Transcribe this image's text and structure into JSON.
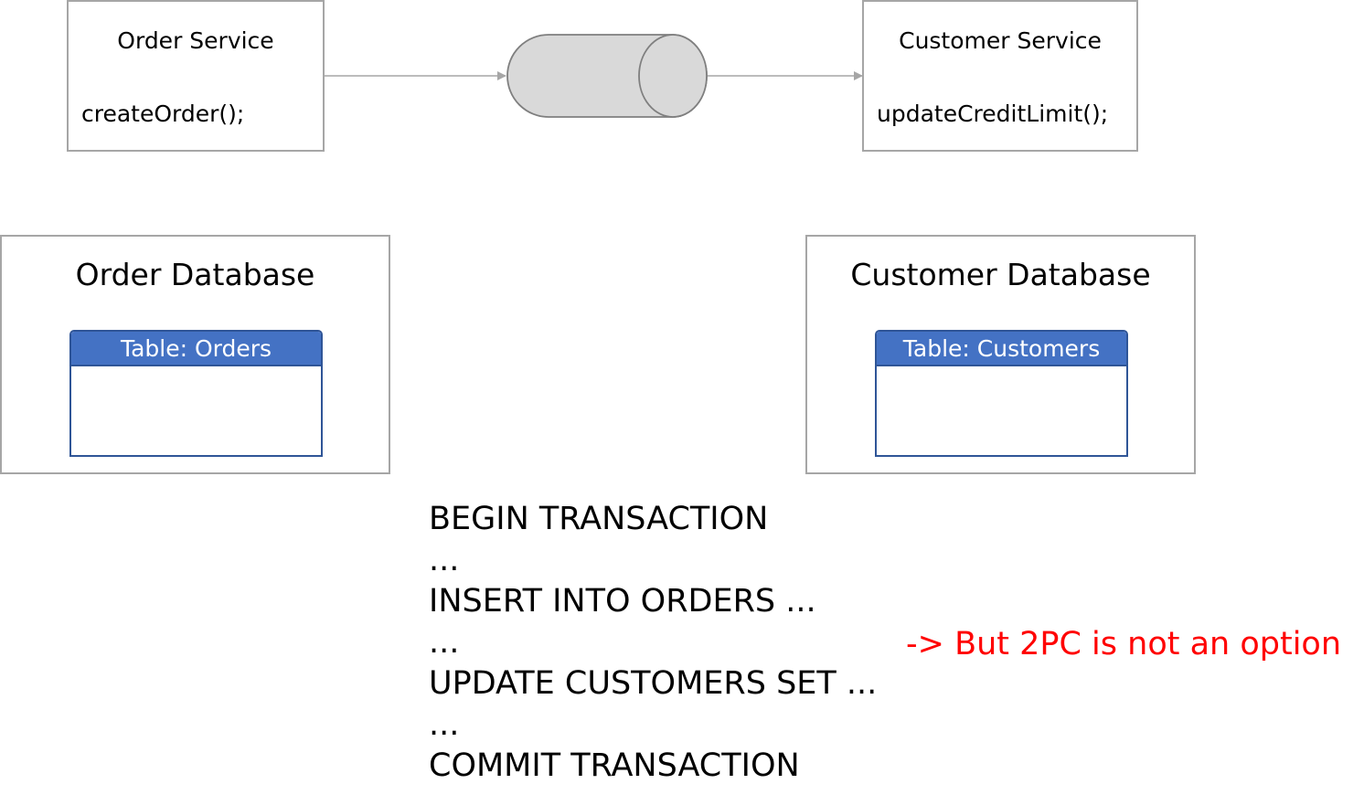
{
  "services": {
    "order": {
      "title": "Order Service",
      "method": "createOrder();"
    },
    "customer": {
      "title": "Customer Service",
      "method": "updateCreditLimit();"
    }
  },
  "databases": {
    "order": {
      "title": "Order Database",
      "table": "Table: Orders"
    },
    "customer": {
      "title": "Customer Database",
      "table": "Table: Customers"
    }
  },
  "sql": {
    "lines": [
      "BEGIN TRANSACTION",
      "...",
      "INSERT INTO ORDERS ...",
      "...",
      "UPDATE CUSTOMERS SET ...",
      "...",
      "COMMIT TRANSACTION"
    ]
  },
  "note": {
    "text": "-> But 2PC is not an option",
    "color": "#ff0000"
  },
  "colors": {
    "box_border": "#a6a6a6",
    "table_header": "#4472c4",
    "table_border": "#2f5597",
    "queue_fill": "#d9d9d9",
    "queue_stroke": "#7f7f7f",
    "arrow": "#a6a6a6"
  },
  "icons": {
    "queue": "message-queue-cylinder-icon"
  }
}
